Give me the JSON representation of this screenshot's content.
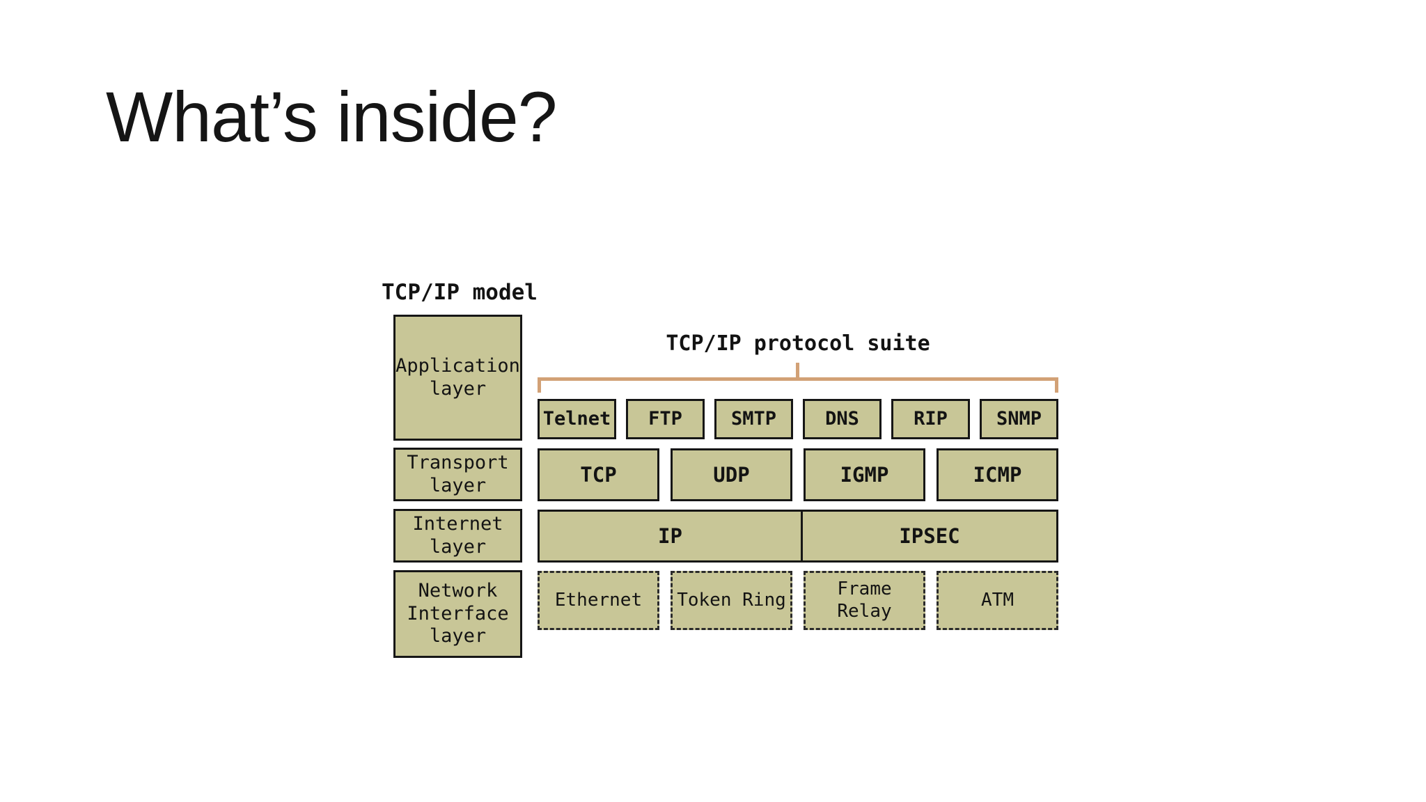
{
  "title": "What’s inside?",
  "diagram": {
    "model_label": "TCP/IP model",
    "suite_label": "TCP/IP protocol suite",
    "layers": {
      "application": "Application\nlayer",
      "transport": "Transport\nlayer",
      "internet": "Internet\nlayer",
      "network_interface": "Network\nInterface\nlayer"
    },
    "application_protocols": [
      "Telnet",
      "FTP",
      "SMTP",
      "DNS",
      "RIP",
      "SNMP"
    ],
    "transport_protocols": [
      "TCP",
      "UDP",
      "IGMP",
      "ICMP"
    ],
    "internet_protocols": [
      "IP",
      "IPSEC"
    ],
    "network_interface_technologies": [
      "Ethernet",
      "Token Ring",
      "Frame\nRelay",
      "ATM"
    ],
    "colors": {
      "box_fill": "#c8c697",
      "box_border": "#161616",
      "bracket": "#d2a176",
      "text": "#131313",
      "background": "#ffffff"
    }
  }
}
